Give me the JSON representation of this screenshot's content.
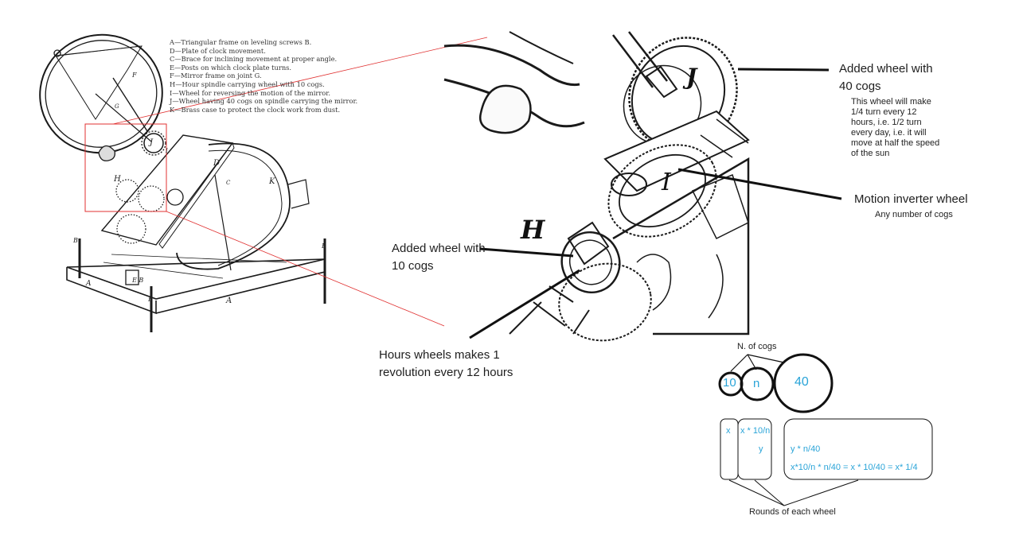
{
  "legend": [
    "A—Triangular frame on leveling screws B.",
    "D—Plate of clock movement.",
    "C—Brace for inclining movement at proper angle.",
    "E—Posts on which clock plate turns.",
    "F—Mirror frame on joint G.",
    "H—Hour spindle carrying wheel with 10 cogs.",
    "I—Wheel for reversing the motion of the mirror.",
    "J—Wheel having 40 cogs on spindle carrying the mirror.",
    "K—Brass case to protect the clock work from dust."
  ],
  "drawing_letters": {
    "d": "D",
    "k": "K",
    "h": "H",
    "j": "J",
    "a1": "A",
    "a2": "A",
    "b1": "B",
    "b2": "B",
    "b3": "B",
    "eb": "E B",
    "c": "C",
    "f": "F",
    "g": "G",
    "i": "I"
  },
  "zoom_letters": {
    "j": "J",
    "i": "I",
    "h": "H"
  },
  "annotations": {
    "wheel40_title_1": "Added wheel with",
    "wheel40_title_2": "40 cogs",
    "wheel40_desc": [
      "This wheel will make",
      "1/4 turn every 12",
      "hours, i.e. 1/2 turn",
      "every day, i.e. it will",
      "move at half the speed",
      "of the sun"
    ],
    "inverter_title": "Motion inverter wheel",
    "inverter_desc": "Any number of cogs",
    "wheel10_title_1": "Added wheel with",
    "wheel10_title_2": "10 cogs",
    "hours_1": "Hours wheels makes 1",
    "hours_2": "revolution every 12 hours"
  },
  "cog_diagram": {
    "header": "N. of cogs",
    "circles": [
      "10",
      "n",
      "40"
    ],
    "col1": "x",
    "col2_top": "x * 10/n",
    "col2_y": "y",
    "col3_line1": "y * n/40",
    "col3_line2": "x*10/n * n/40 = x * 10/40  = x* 1/4",
    "footer": "Rounds of each wheel"
  },
  "colors": {
    "accent_text": "#2aa4d8",
    "zoom_line": "#e03030",
    "ink": "#1a1a1a"
  }
}
